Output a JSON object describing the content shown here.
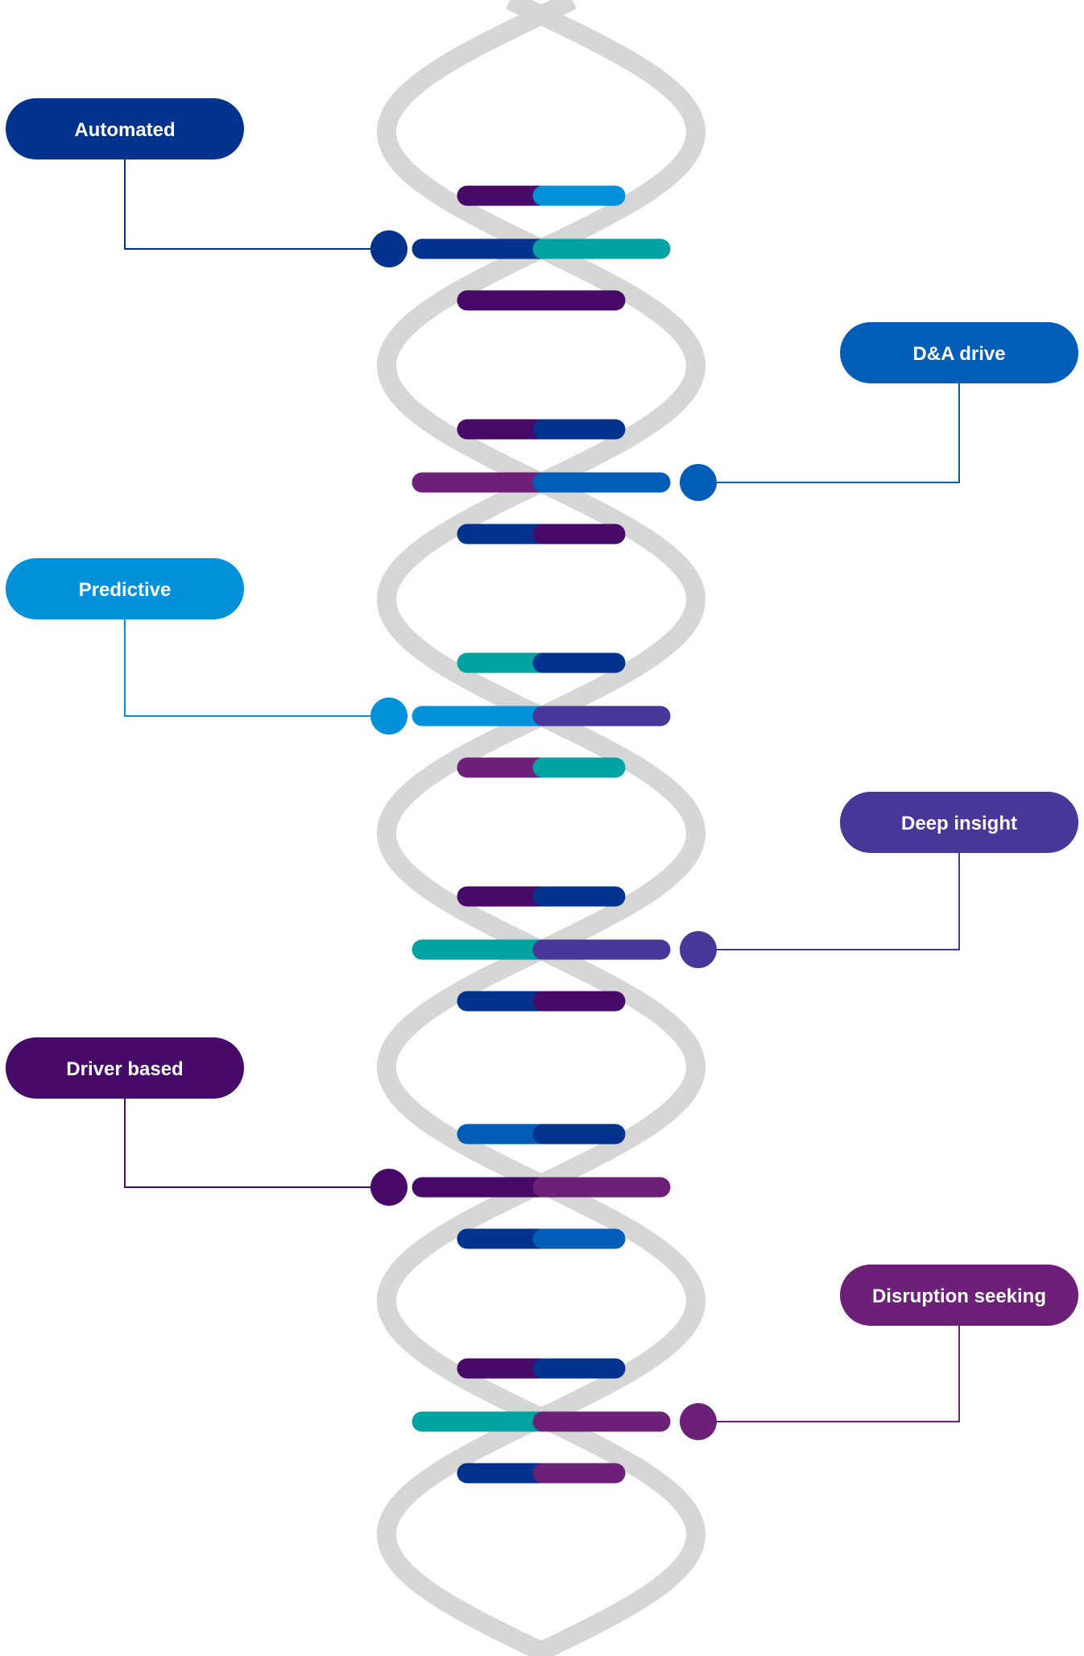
{
  "colors": {
    "helix": "#d6d6d6",
    "navy": "#00338d",
    "blue": "#005eb8",
    "sky": "#0091da",
    "purple": "#483698",
    "deep_purple": "#470a68",
    "magenta": "#6d2077",
    "teal": "#00a3a1"
  },
  "stages": [
    {
      "id": "automated",
      "label": "Automated",
      "color": "navy",
      "side": "left",
      "rungs": [
        [
          "deep_purple",
          "sky"
        ],
        [
          "navy",
          "teal"
        ],
        [
          "deep_purple",
          "deep_purple"
        ]
      ]
    },
    {
      "id": "da-drive",
      "label": "D&A drive",
      "color": "blue",
      "side": "right",
      "rungs": [
        [
          "deep_purple",
          "navy"
        ],
        [
          "magenta",
          "blue"
        ],
        [
          "navy",
          "deep_purple"
        ]
      ]
    },
    {
      "id": "predictive",
      "label": "Predictive",
      "color": "sky",
      "side": "left",
      "rungs": [
        [
          "teal",
          "navy"
        ],
        [
          "sky",
          "purple"
        ],
        [
          "magenta",
          "teal"
        ]
      ]
    },
    {
      "id": "deep-insight",
      "label": "Deep insight",
      "color": "purple",
      "side": "right",
      "rungs": [
        [
          "deep_purple",
          "navy"
        ],
        [
          "teal",
          "purple"
        ],
        [
          "navy",
          "deep_purple"
        ]
      ]
    },
    {
      "id": "driver-based",
      "label": "Driver based",
      "color": "deep_purple",
      "side": "left",
      "rungs": [
        [
          "blue",
          "navy"
        ],
        [
          "deep_purple",
          "magenta"
        ],
        [
          "navy",
          "blue"
        ]
      ]
    },
    {
      "id": "disruption-seeking",
      "label": "Disruption seeking",
      "color": "magenta",
      "side": "right",
      "rungs": [
        [
          "deep_purple",
          "navy"
        ],
        [
          "teal",
          "magenta"
        ],
        [
          "navy",
          "magenta"
        ]
      ]
    }
  ]
}
